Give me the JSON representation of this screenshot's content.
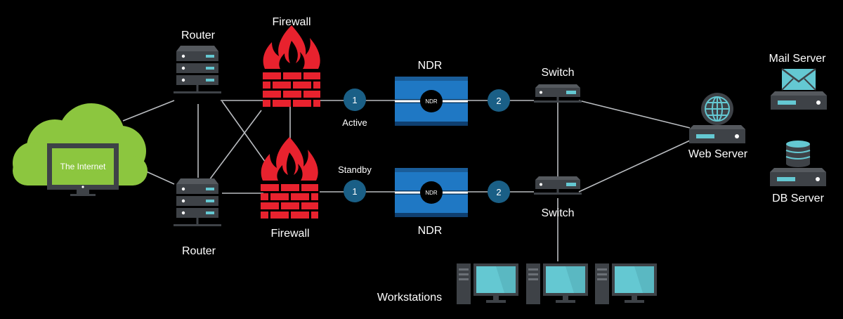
{
  "labels": {
    "internet": "The Internet",
    "router_top": "Router",
    "router_bottom": "Router",
    "firewall_top": "Firewall",
    "firewall_bottom": "Firewall",
    "active": "Active",
    "standby": "Standby",
    "ndr_top": "NDR",
    "ndr_bottom": "NDR",
    "ndr_device": "NDR",
    "switch_top": "Switch",
    "switch_bottom": "Switch",
    "web_server": "Web Server",
    "mail_server": "Mail Server",
    "db_server": "DB Server",
    "workstations": "Workstations"
  },
  "badges": {
    "top_in": "1",
    "top_out": "2",
    "bottom_in": "1",
    "bottom_out": "2"
  },
  "colors": {
    "background": "#000000",
    "cloud": "#8cc63f",
    "firewall": "#e8222e",
    "ndr_blue": "#1e6fb5",
    "badge": "#1a5f86",
    "device_dark": "#3e4247",
    "device_accent": "#64c8d2",
    "wire": "#b9bcc0"
  },
  "icons": {
    "router": "server-stack-icon",
    "firewall": "brick-wall-flame-icon",
    "ndr": "ndr-appliance-icon",
    "switch": "network-switch-icon",
    "web": "globe-server-icon",
    "mail": "envelope-server-icon",
    "db": "database-server-icon",
    "workstation": "desktop-computer-icon"
  }
}
